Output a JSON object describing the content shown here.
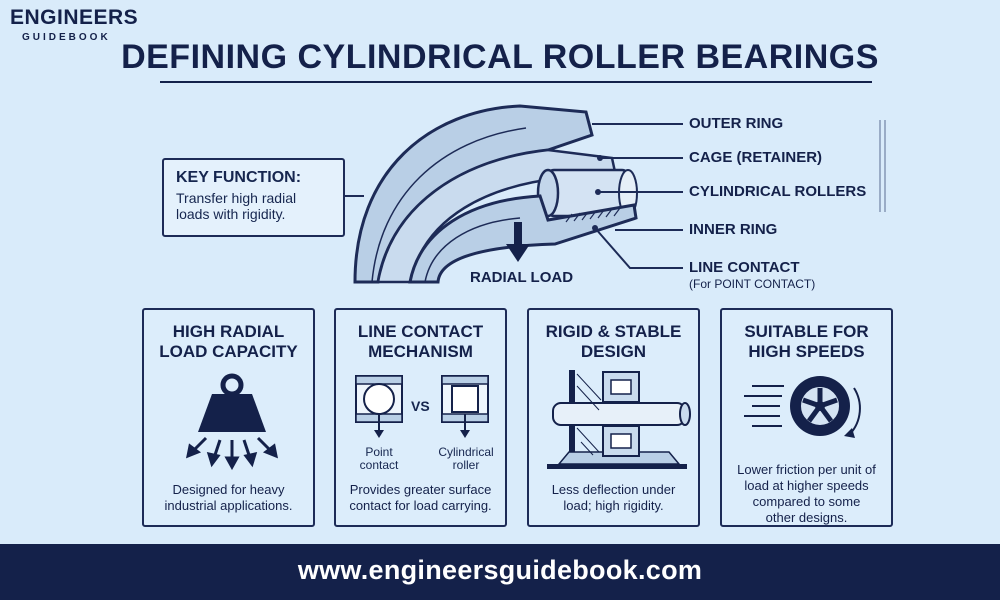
{
  "brand": {
    "name_top": "ENGINEERS",
    "name_bottom": "GUIDEBOOK"
  },
  "title": "DEFINING CYLINDRICAL ROLLER BEARINGS",
  "key_function": {
    "title": "KEY FUNCTION:",
    "line1": "Transfer high radial",
    "line2": "loads with rigidity."
  },
  "callouts": {
    "outer_ring": "OUTER RING",
    "cage": "CAGE (RETAINER)",
    "rollers": "CYLINDRICAL ROLLERS",
    "inner_ring": "INNER RING",
    "line_contact": "LINE CONTACT",
    "line_contact_note": "(For POINT CONTACT)",
    "radial_load": "RADIAL LOAD"
  },
  "cards": [
    {
      "title1": "HIGH RADIAL",
      "title2": "LOAD CAPACITY",
      "desc1": "Designed for heavy",
      "desc2": "industrial applications.",
      "icon": "weight-icon"
    },
    {
      "title1": "LINE CONTACT",
      "title2": "MECHANISM",
      "vs": "VS",
      "left_label1": "Point",
      "left_label2": "contact",
      "right_label1": "Cylindrical",
      "right_label2": "roller",
      "desc1": "Provides greater surface",
      "desc2": "contact for load carrying.",
      "icon": "contact-comparison-icon"
    },
    {
      "title1": "RIGID & STABLE",
      "title2": "DESIGN",
      "desc1": "Less deflection under",
      "desc2": "load; high rigidity.",
      "icon": "shaft-bearing-icon"
    },
    {
      "title1": "SUITABLE FOR",
      "title2": "HIGH SPEEDS",
      "desc1": "Lower friction per unit of",
      "desc2": "load at higher speeds",
      "desc3": "compared to some",
      "desc4": "other designs.",
      "icon": "spinning-wheel-icon"
    }
  ],
  "footer": {
    "url": "www.engineersguidebook.com"
  },
  "colors": {
    "background": "#d9ebfa",
    "navy": "#14214a",
    "ring_fill": "#b9cfe6"
  }
}
